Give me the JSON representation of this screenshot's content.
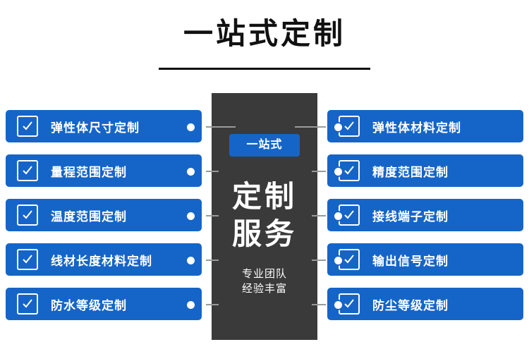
{
  "title": "一站式定制",
  "center": {
    "badge": "一站式",
    "big_line_1": "定制",
    "big_line_2": "服务",
    "sub_line_1": "专业团队",
    "sub_line_2": "经验丰富"
  },
  "colors": {
    "brand_blue": "#1565c8",
    "panel_dark": "#3a3a3a",
    "connector_gray": "#9a9a9a",
    "text_white": "#ffffff",
    "title_black": "#111111"
  },
  "left_items": [
    {
      "label": "弹性体尺寸定制",
      "icon": "check-icon"
    },
    {
      "label": "量程范围定制",
      "icon": "check-icon"
    },
    {
      "label": "温度范围定制",
      "icon": "check-icon"
    },
    {
      "label": "线材长度材料定制",
      "icon": "check-icon"
    },
    {
      "label": "防水等级定制",
      "icon": "check-icon"
    }
  ],
  "right_items": [
    {
      "label": "弹性体材料定制",
      "icon": "check-icon"
    },
    {
      "label": "精度范围定制",
      "icon": "check-icon"
    },
    {
      "label": "接线端子定制",
      "icon": "check-icon"
    },
    {
      "label": "输出信号定制",
      "icon": "check-icon"
    },
    {
      "label": "防尘等级定制",
      "icon": "check-icon"
    }
  ]
}
